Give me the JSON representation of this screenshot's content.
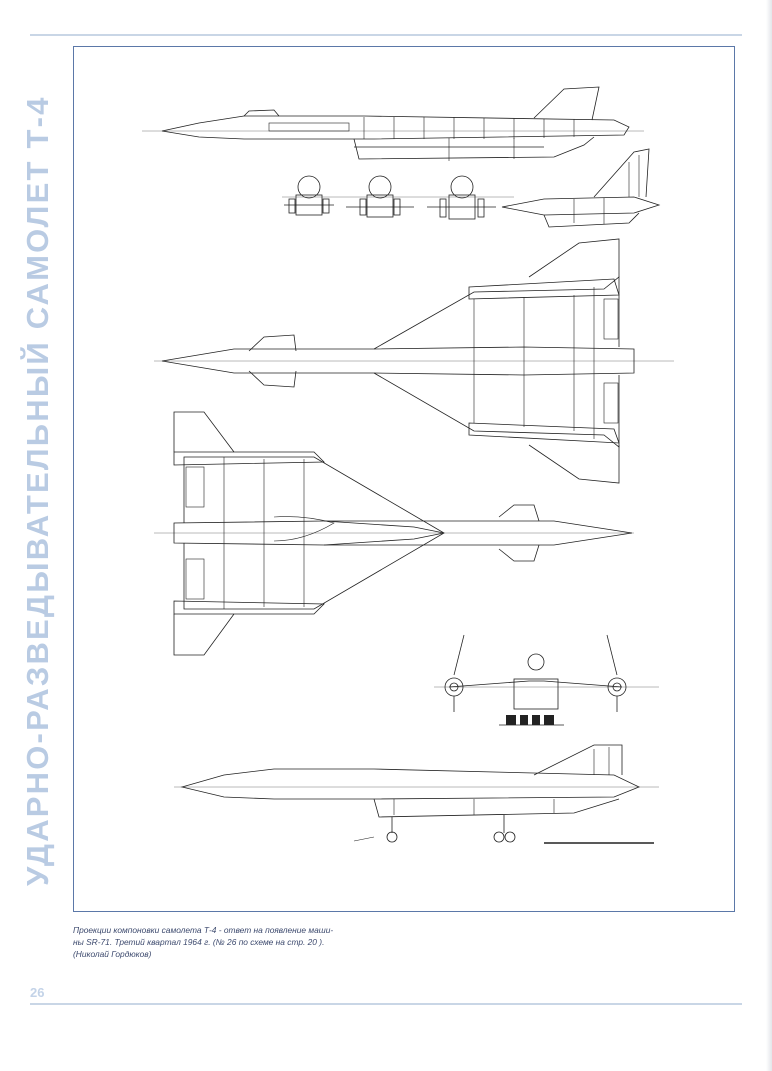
{
  "page": {
    "side_title": "УДАРНО-РАЗВЕДЫВАТЕЛЬНЫЙ САМОЛЕТ Т-4",
    "page_number": "26",
    "caption_lines": [
      "Проекции компоновки самолета Т-4 - ответ на появление маши-",
      "ны SR-71. Третий квартал 1964 г. (№ 26 по схеме на стр. 20 ).",
      "(Николай Гордюков)"
    ],
    "accent_color": "#b9cbe3",
    "frame_color": "#5b78a8"
  },
  "drawing": {
    "views": [
      "side-view-top",
      "front-views-row",
      "side-view-small",
      "plan-view-top",
      "plan-view-bottom",
      "front-view",
      "side-view-bottom"
    ]
  }
}
